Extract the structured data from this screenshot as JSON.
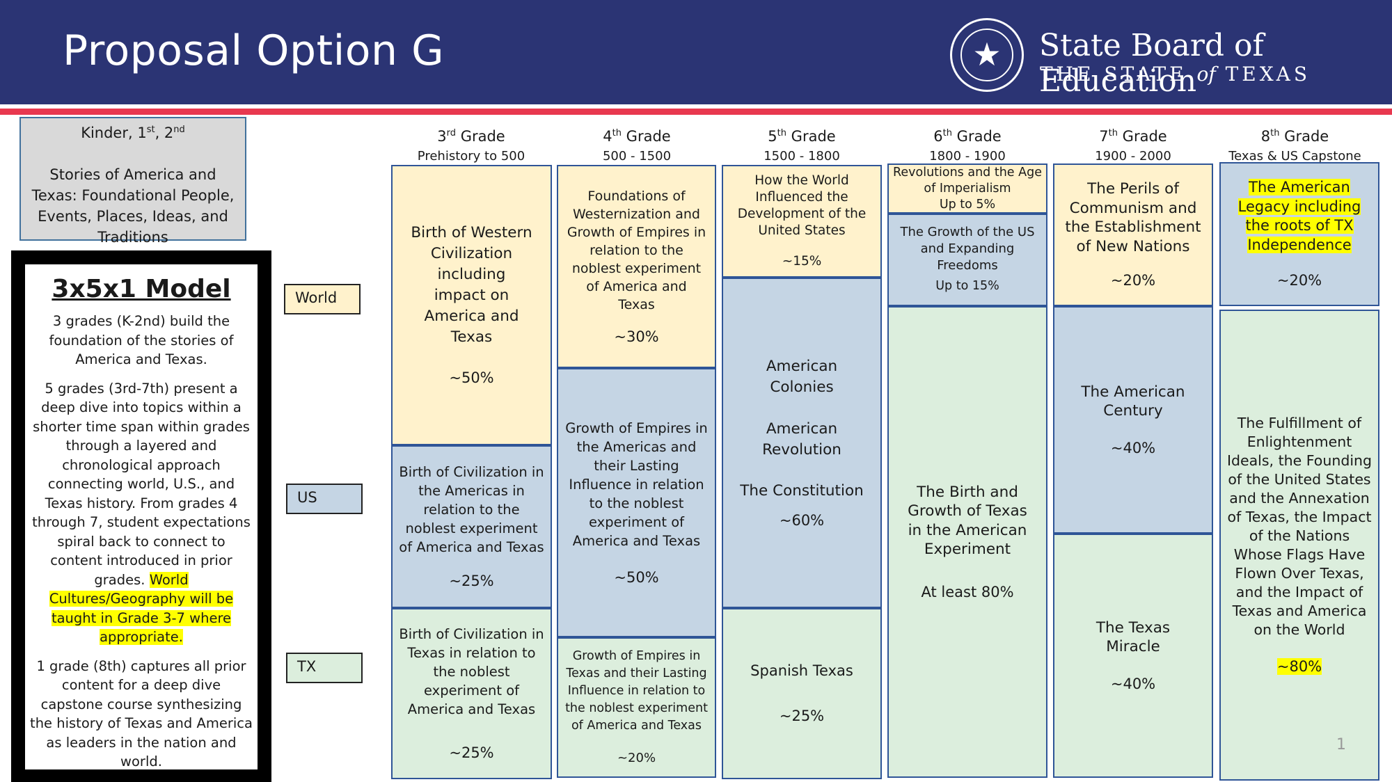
{
  "header": {
    "title": "Proposal Option G",
    "org_name": "State Board of Education",
    "org_subtitle": "THE STATE of TEXAS"
  },
  "kinder_box": {
    "grades": "Kinder, 1st, 2nd",
    "text": "Stories of America and Texas: Foundational People, Events, Places, Ideas, and Traditions"
  },
  "model": {
    "title": "3x5x1 Model",
    "p1": "3 grades (K-2nd) build the foundation of the stories of America and Texas.",
    "p2": "5 grades (3rd-7th) present a deep dive into topics within a shorter time span within grades through a layered and chronological approach connecting world, U.S., and Texas history.  From grades 4 through 7, student expectations spiral back to connect to content introduced in prior grades.",
    "p2_highlight": "World Cultures/Geography will be taught in Grade 3-7 where appropriate.",
    "p3": "1 grade (8th) captures all prior content for a deep dive capstone course synthesizing the history of Texas and America as leaders in the nation and world."
  },
  "legend": {
    "world": "World",
    "us": "US",
    "tx": "TX"
  },
  "grades": [
    {
      "heading": "3rd Grade",
      "span": "Prehistory to 500",
      "cells": [
        {
          "text": "Birth of Western Civilization including impact on America and Texas",
          "pct": "~50%",
          "color": "#fff2cc"
        },
        {
          "text": "Birth of Civilization in the Americas in relation to the noblest experiment of America and Texas",
          "pct": "~25%",
          "color": "#c5d5e4"
        },
        {
          "text": "Birth of Civilization in Texas in relation to the noblest experiment of America and Texas",
          "pct": "~25%",
          "color": "#dceedd"
        }
      ]
    },
    {
      "heading": "4th Grade",
      "span": "500 - 1500",
      "cells": [
        {
          "text": "Foundations of Westernization and Growth of Empires in relation to the noblest experiment of America and Texas",
          "pct": "~30%",
          "color": "#fff2cc"
        },
        {
          "text": "Growth of Empires in the Americas and their Lasting Influence in relation to the noblest experiment of America and Texas",
          "pct": "~50%",
          "color": "#c5d5e4"
        },
        {
          "text": "Growth of Empires in Texas and their Lasting Influence in relation to the noblest experiment of America and Texas",
          "pct": "~20%",
          "color": "#dceedd"
        }
      ]
    },
    {
      "heading": "5th Grade",
      "span": "1500 - 1800",
      "cells": [
        {
          "text": "How the World Influenced the Development of the United States",
          "pct": "~15%",
          "color": "#fff2cc"
        },
        {
          "text": "American Colonies",
          "text2": "American Revolution",
          "text3": "The Constitution",
          "pct": "~60%",
          "color": "#c5d5e4"
        },
        {
          "text": "Spanish Texas",
          "pct": "~25%",
          "color": "#dceedd"
        }
      ]
    },
    {
      "heading": "6th Grade",
      "span": "1800 - 1900",
      "cells": [
        {
          "text": "Revolutions and the Age of Imperialism",
          "pct": "Up to 5%",
          "color": "#fff2cc"
        },
        {
          "text": "The Growth of the US and Expanding Freedoms",
          "pct": "Up to 15%",
          "color": "#c5d5e4"
        },
        {
          "text": "The Birth and Growth of Texas in the American Experiment",
          "pct": "At least 80%",
          "color": "#dceedd"
        }
      ]
    },
    {
      "heading": "7th Grade",
      "span": "1900 - 2000",
      "cells": [
        {
          "text": "The Perils of Communism and the Establishment of New Nations",
          "pct": "~20%",
          "color": "#fff2cc"
        },
        {
          "text": "The American Century",
          "pct": "~40%",
          "color": "#c5d5e4"
        },
        {
          "text": "The Texas Miracle",
          "pct": "~40%",
          "color": "#dceedd"
        }
      ]
    },
    {
      "heading": "8th Grade",
      "span": "Texas & US Capstone",
      "cells": [
        {
          "text": "The American Legacy including the roots of TX Independence",
          "pct": "~20%",
          "color": "#c5d5e4"
        },
        {
          "text": "The Fulfillment of Enlightenment Ideals, the Founding of the United States and the Annexation of Texas, the Impact of the Nations Whose Flags Have Flown Over Texas, and the Impact of Texas and America on the World",
          "pct": "~80%",
          "color": "#dceedd"
        }
      ]
    }
  ],
  "page_number": "1"
}
